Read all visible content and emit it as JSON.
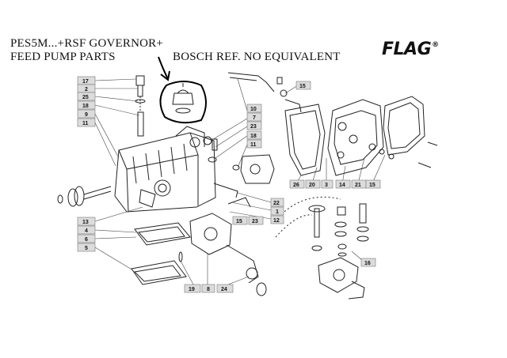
{
  "header": {
    "title_line1": "PES5M...+RSF GOVERNOR+",
    "title_line2": "FEED PUMP PARTS",
    "note": "BOSCH REF. NO EQUIVALENT",
    "brand": "FLAG",
    "brand_mark": "®"
  },
  "callouts": {
    "c17": "17",
    "c2": "2",
    "c25": "25",
    "c18a": "18",
    "c9": "9",
    "c11a": "11",
    "c13": "13",
    "c4": "4",
    "c6": "6",
    "c5": "5",
    "c19": "19",
    "c8": "8",
    "c24": "24",
    "c10": "10",
    "c7": "7",
    "c23a": "23",
    "c18b": "18",
    "c11b": "11",
    "c15a": "15",
    "c22": "22",
    "c1": "1",
    "c12": "12",
    "c15b": "15",
    "c23b": "23",
    "c26": "26",
    "c20": "20",
    "c3": "3",
    "c14": "14",
    "c21": "21",
    "c15c": "15",
    "c16": "16"
  },
  "colors": {
    "ink": "#111111",
    "callout_fill": "#dcdcdc",
    "annotation": "#000000"
  }
}
